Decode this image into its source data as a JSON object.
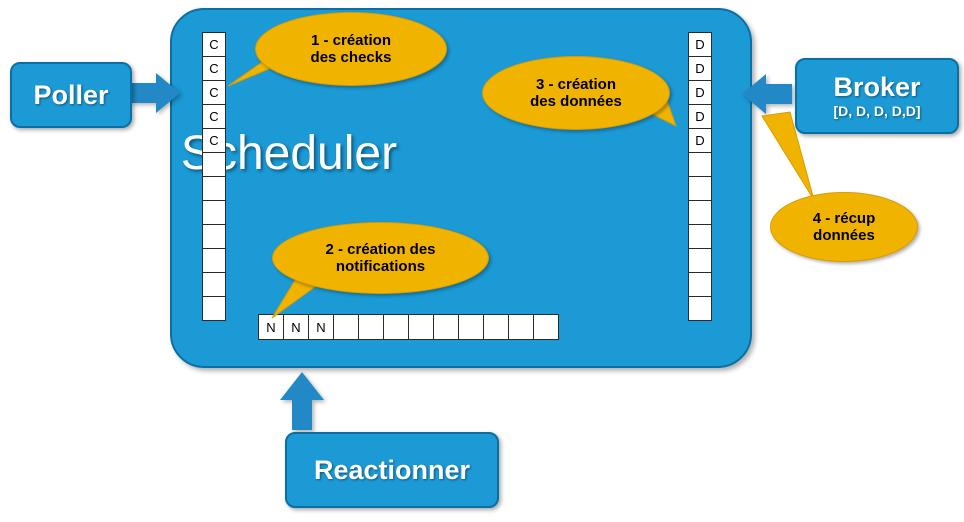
{
  "diagram": {
    "title": "Scheduler",
    "nodes": {
      "poller": {
        "label": "Poller"
      },
      "broker": {
        "label": "Broker",
        "sub": "[D, D, D, D,D]"
      },
      "reactionner": {
        "label": "Reactionner"
      },
      "scheduler": {
        "label": "Scheduler"
      }
    },
    "queues": {
      "checks": {
        "name": "checks-queue",
        "cells": [
          "C",
          "C",
          "C",
          "C",
          "C",
          "",
          "",
          "",
          "",
          "",
          "",
          ""
        ]
      },
      "data": {
        "name": "data-queue",
        "cells": [
          "D",
          "D",
          "D",
          "D",
          "D",
          "",
          "",
          "",
          "",
          "",
          "",
          ""
        ]
      },
      "notifications": {
        "name": "notifications-queue",
        "cells": [
          "N",
          "N",
          "N",
          "",
          "",
          "",
          "",
          "",
          "",
          "",
          "",
          ""
        ]
      }
    },
    "callouts": [
      {
        "id": "callout1",
        "line1": "1 - création",
        "line2": "des checks"
      },
      {
        "id": "callout2",
        "line1": "2 - création des",
        "line2": "notifications"
      },
      {
        "id": "callout3",
        "line1": "3 - création",
        "line2": "des données"
      },
      {
        "id": "callout4",
        "line1": "4 - récup",
        "line2": "données"
      }
    ],
    "colors": {
      "box_fill": "#1b9ad6",
      "box_border": "#0b6fa4",
      "callout_fill": "#f0b400",
      "arrow_fill": "#2288c6",
      "cell_fill": "#ffffff"
    }
  }
}
